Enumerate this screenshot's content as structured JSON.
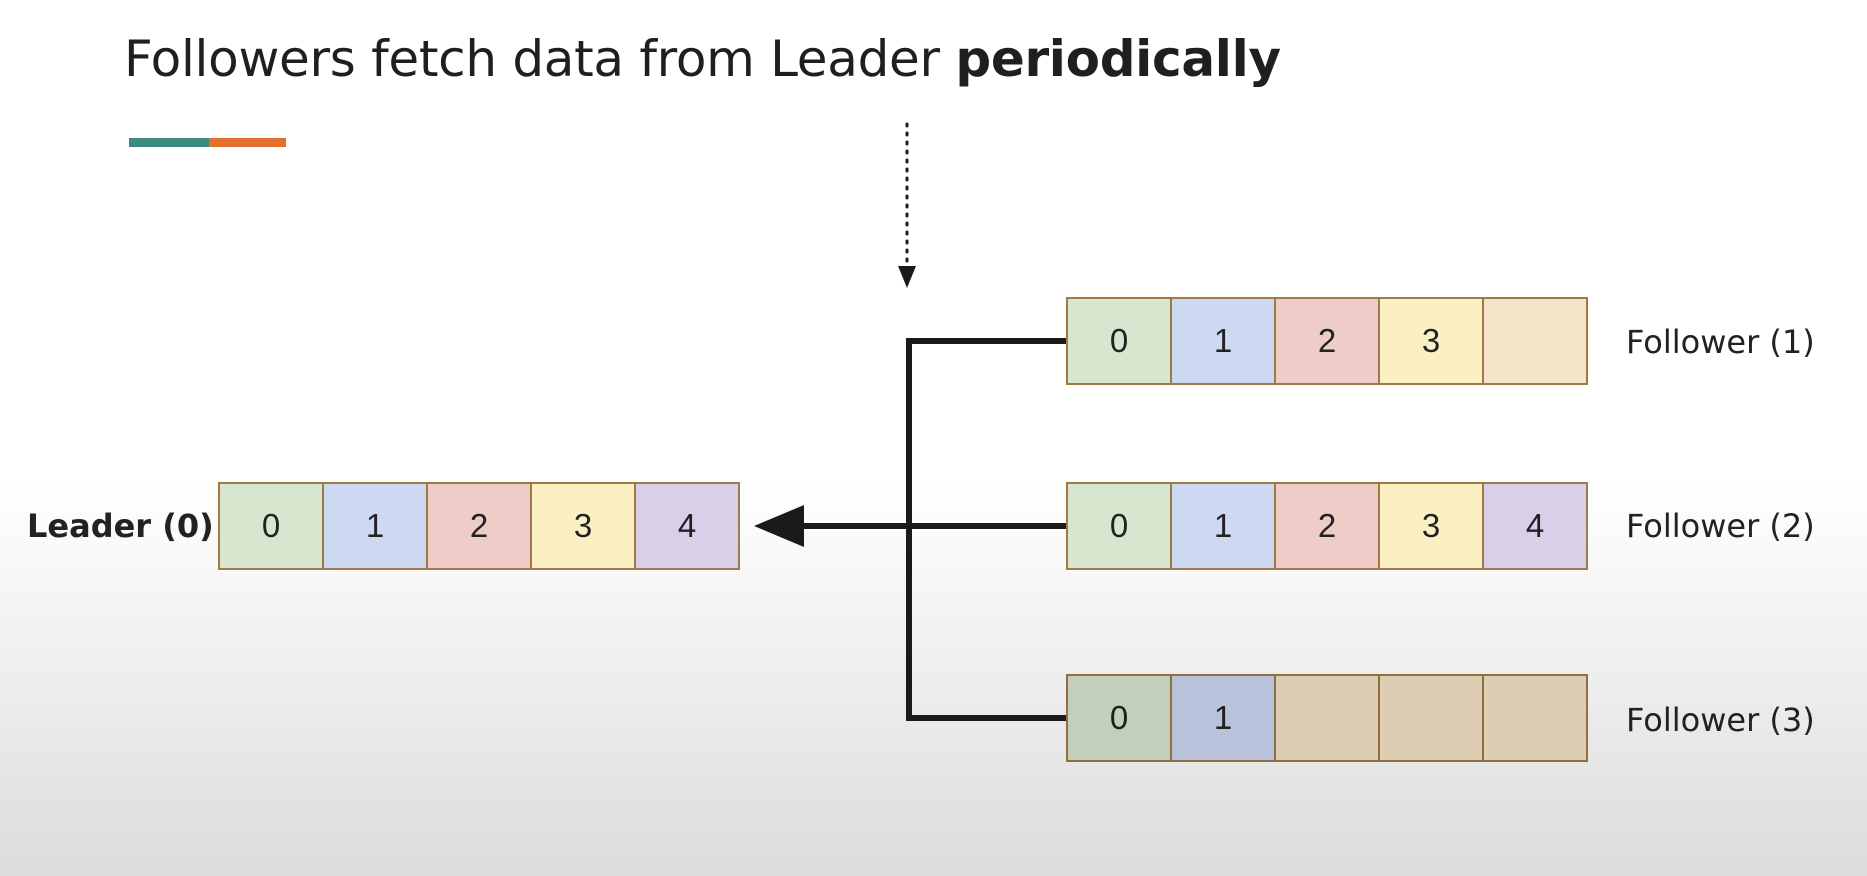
{
  "title": {
    "prefix": "Followers fetch data from Leader ",
    "emphasis": "periodically"
  },
  "colors": {
    "accent_teal": "#3c8a82",
    "accent_orange": "#e2702c",
    "cell_borders": "#a07a44",
    "arrows": "#1a1a1a"
  },
  "leader": {
    "label": "Leader (0)",
    "cells": [
      "0",
      "1",
      "2",
      "3",
      "4"
    ]
  },
  "followers": [
    {
      "label": "Follower (1)",
      "cells": [
        "0",
        "1",
        "2",
        "3",
        ""
      ]
    },
    {
      "label": "Follower (2)",
      "cells": [
        "0",
        "1",
        "2",
        "3",
        "4"
      ]
    },
    {
      "label": "Follower (3)",
      "cells": [
        "0",
        "1",
        "",
        "",
        ""
      ]
    }
  ]
}
